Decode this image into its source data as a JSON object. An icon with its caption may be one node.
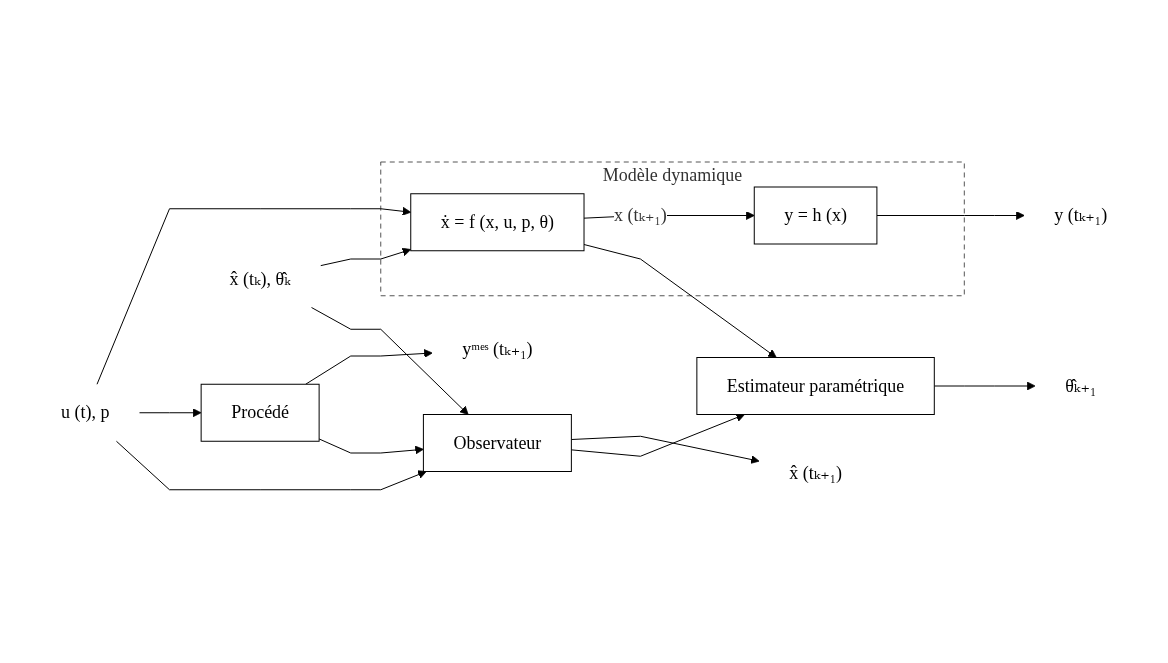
{
  "diagram": {
    "nodes": [
      {
        "text": [
          "Modèle dynamique"
        ]
      },
      {
        "text": [
          "ẋ = f (x, u, p, θ)"
        ],
        "in": 0
      },
      {
        "text": [
          "y = h (x)"
        ],
        "in": 0
      },
      {
        "text": [
          "Procédé"
        ]
      },
      {
        "text": [
          "Observateur"
        ]
      },
      {
        "text": [
          "Estimateur paramétrique"
        ]
      },
      {
        "text": [
          "u (t), p"
        ]
      },
      {
        "text": [
          "x̂ (tₖ), θ̂ₖ"
        ]
      },
      {
        "text": [
          "y (tₖ₊₁)"
        ]
      },
      {
        "text": [
          "yᵐᵉˢ (tₖ₊₁)"
        ]
      },
      {
        "text": [
          "x̂ (tₖ₊₁)"
        ]
      },
      {
        "text": [
          "θ̂ₖ₊₁"
        ]
      }
    ],
    "edges": [
      {
        "from": 7,
        "to": 1,
        "arrow": "to"
      },
      {
        "from": 6,
        "to": 1,
        "arrow": "to"
      },
      {
        "from": 1,
        "to": 2,
        "label": "x (tₖ₊₁)",
        "arrow": "to"
      },
      {
        "from": 2,
        "to": 8,
        "arrow": "to"
      },
      {
        "from": 6,
        "to": 3,
        "arrow": "to"
      },
      {
        "from": 3,
        "to": 9,
        "arrow": "to"
      },
      {
        "from": 3,
        "to": 4,
        "arrow": "to"
      },
      {
        "from": 6,
        "to": 4,
        "arrow": "to"
      },
      {
        "from": 7,
        "to": 4,
        "arrow": "to"
      },
      {
        "from": 4,
        "to": 10,
        "arrow": "to"
      },
      {
        "from": 4,
        "to": 5,
        "arrow": "to"
      },
      {
        "from": 1,
        "to": 5,
        "arrow": "to"
      },
      {
        "from": 5,
        "to": 11,
        "arrow": "to"
      }
    ]
  }
}
